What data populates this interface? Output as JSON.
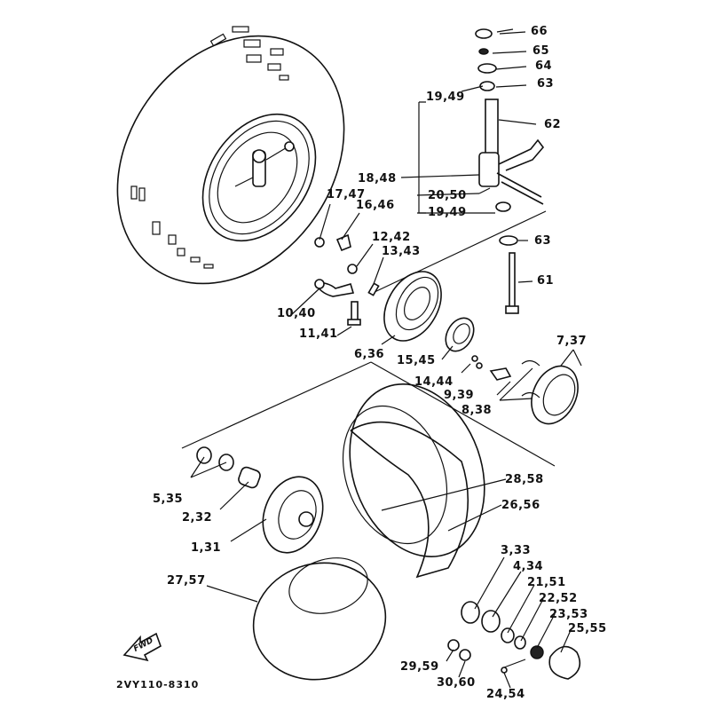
{
  "diagram": {
    "title": "Front Wheel Exploded Parts Diagram",
    "drawing_code": "2VY110-8310",
    "direction_marker": "FWD",
    "colors": {
      "ink": "#111111",
      "background": "#ffffff"
    },
    "labels": {
      "l66": "66",
      "l65": "65",
      "l64": "64",
      "l63a": "63",
      "l1949a": "19,49",
      "l62": "62",
      "l1848": "18,48",
      "l2050": "20,50",
      "l1949b": "19,49",
      "l1747": "17,47",
      "l1646": "16,46",
      "l1242": "12,42",
      "l1343": "13,43",
      "l63b": "63",
      "l61": "61",
      "l1040": "10,40",
      "l1141": "11,41",
      "l636": "6,36",
      "l1545": "15,45",
      "l737": "7,37",
      "l1444": "14,44",
      "l939": "9,39",
      "l838": "8,38",
      "l535": "5,35",
      "l232": "2,32",
      "l2858": "28,58",
      "l2656": "26,56",
      "l131": "1,31",
      "l333": "3,33",
      "l434": "4,34",
      "l2151": "21,51",
      "l2757": "27,57",
      "l2252": "22,52",
      "l2353": "23,53",
      "l2555": "25,55",
      "l2959": "29,59",
      "l3060": "30,60",
      "l2454": "24,54"
    }
  }
}
